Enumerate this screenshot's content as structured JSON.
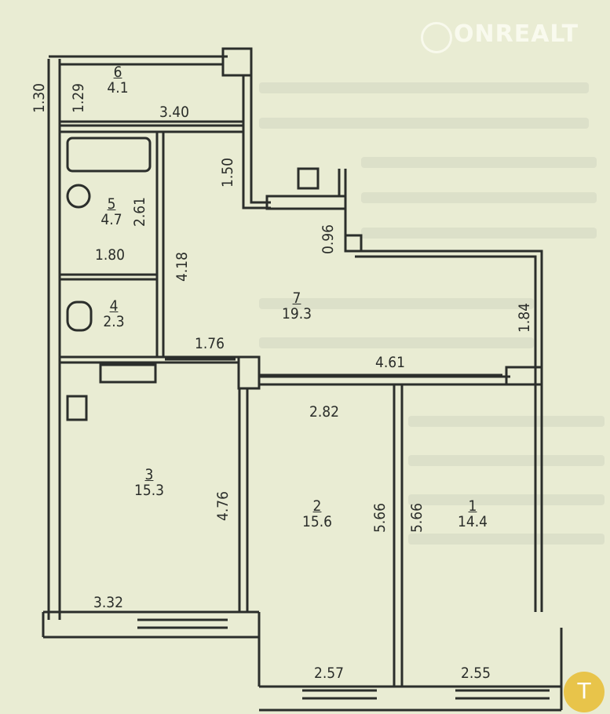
{
  "watermark": "ONREALT",
  "badge_label": "T",
  "rooms": [
    {
      "num": "1",
      "area": "14.4"
    },
    {
      "num": "2",
      "area": "15.6"
    },
    {
      "num": "3",
      "area": "15.3"
    },
    {
      "num": "4",
      "area": "2.3"
    },
    {
      "num": "5",
      "area": "4.7"
    },
    {
      "num": "6",
      "area": "4.1"
    },
    {
      "num": "7",
      "area": "19.3"
    }
  ],
  "dimensions": {
    "d_1_30": "1.30",
    "d_1_29": "1.29",
    "d_3_40": "3.40",
    "d_1_50": "1.50",
    "d_2_61": "2.61",
    "d_1_80": "1.80",
    "d_4_18": "4.18",
    "d_0_96": "0.96",
    "d_1_84": "1.84",
    "d_1_76": "1.76",
    "d_4_61": "4.61",
    "d_2_82": "2.82",
    "d_4_76": "4.76",
    "d_5_66a": "5.66",
    "d_5_66b": "5.66",
    "d_3_32": "3.32",
    "d_2_57": "2.57",
    "d_2_55": "2.55"
  }
}
